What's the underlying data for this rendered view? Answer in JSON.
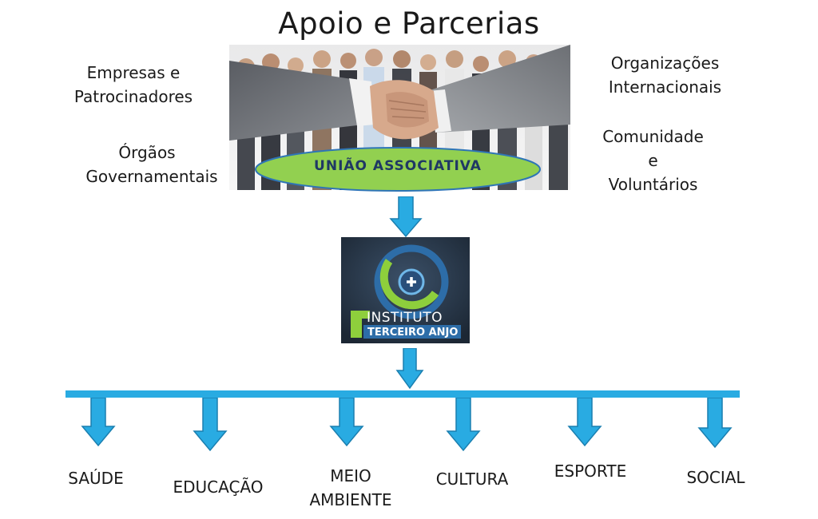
{
  "title": "Apoio e Parcerias",
  "partners": {
    "left_top": [
      "Empresas e",
      "Patrocinadores"
    ],
    "left_bottom": [
      "Órgãos",
      "Governamentais"
    ],
    "right_top": [
      "Organizações",
      "Internacionais"
    ],
    "right_bottom": [
      "Comunidade",
      "e",
      "Voluntários"
    ]
  },
  "union_label": "UNIÃO ASSOCIATIVA",
  "logo": {
    "line1": "INSTITUTO",
    "line2": "TERCEIRO ANJO"
  },
  "areas": [
    [
      "SAÚDE"
    ],
    [
      "EDUCAÇÃO"
    ],
    [
      "MEIO",
      "AMBIENTE"
    ],
    [
      "CULTURA"
    ],
    [
      "ESPORTE"
    ],
    [
      "SOCIAL"
    ]
  ],
  "colors": {
    "arrow": "#29abe2",
    "arrow_stroke": "#1a7fb0",
    "ellipse": "#92d050",
    "ellipse_text": "#1f3864"
  }
}
